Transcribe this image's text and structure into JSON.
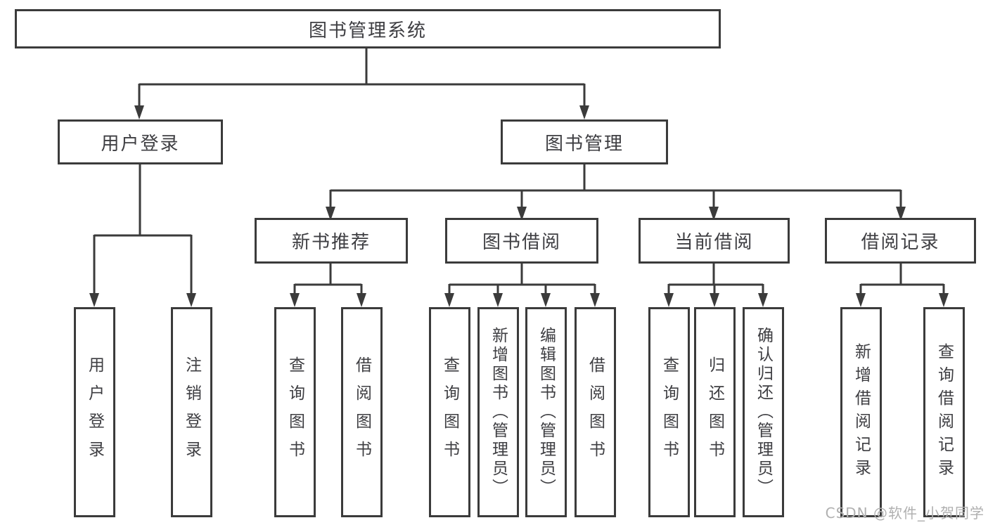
{
  "tree": {
    "label": "图书管理系统",
    "children": [
      {
        "label": "用户登录",
        "children": [
          {
            "label": "用户登录"
          },
          {
            "label": "注销登录"
          }
        ]
      },
      {
        "label": "图书管理",
        "children": [
          {
            "label": "新书推荐",
            "children": [
              {
                "label": "查询图书"
              },
              {
                "label": "借阅图书"
              }
            ]
          },
          {
            "label": "图书借阅",
            "children": [
              {
                "label": "查询图书"
              },
              {
                "label": "新增图书（管理员）"
              },
              {
                "label": "编辑图书（管理员）"
              },
              {
                "label": "借阅图书"
              }
            ]
          },
          {
            "label": "当前借阅",
            "children": [
              {
                "label": "查询图书"
              },
              {
                "label": "归还图书"
              },
              {
                "label": "确认归还（管理员）"
              }
            ]
          },
          {
            "label": "借阅记录",
            "children": [
              {
                "label": "新增借阅记录"
              },
              {
                "label": "查询借阅记录"
              }
            ]
          }
        ]
      }
    ]
  },
  "watermark": {
    "text": "CSDN @软件_小贺同学"
  },
  "colors": {
    "line": "#3b3b3b",
    "text": "#3e3e42",
    "background": "#ffffff",
    "watermark": "#b0b0b0"
  }
}
